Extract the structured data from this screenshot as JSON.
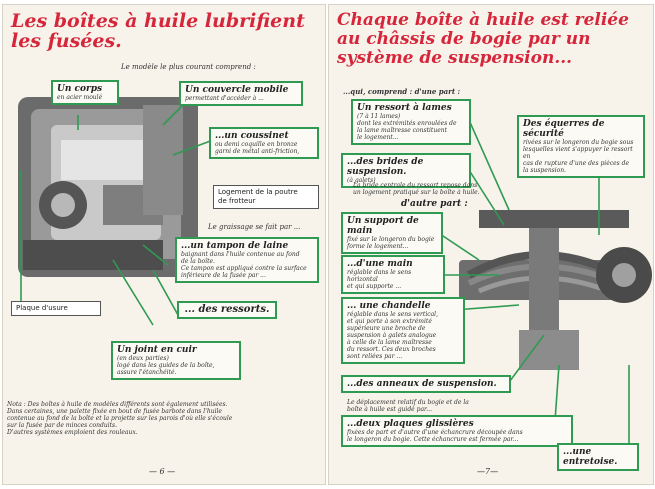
{
  "left_page": {
    "title": "Les boîtes à huile lubrifient\nles fusées.",
    "intro": "Le modèle le plus courant comprend :",
    "corps": {
      "heading": "Un corps",
      "body": "en acier moulé"
    },
    "couvercle": {
      "heading": "Un couvercle mobile",
      "body": "permettant d'accéder à ..."
    },
    "coussinet": {
      "heading": "...un coussinet",
      "body": "ou demi coquille en bronze\ngarni de métal anti-friction,"
    },
    "logement_caption": "Logement de la poutre\nde frotteur",
    "graissage": "Le graissage se fait par ...",
    "tampon": {
      "heading": "...un tampon de laine",
      "body": "baignant dans l'huile contenue au fond\nde la boîte.\nCe tampon est appliqué contre la surface\ninférieure de la fusée par ..."
    },
    "usure_caption": "Plaque d'usure",
    "ressorts": "... des ressorts.",
    "joint": {
      "heading": "Un joint en cuir",
      "body": "(en deux parties)\nlogé dans les guides de la boîte,\nassure l'étanchéité."
    },
    "nota": "Nota : Des boîtes à huile de modèles différents sont également utilisées.\nDans certaines, une palette fixée en bout de fusée barbote dans l'huile\ncontenue au fond de la boîte et la projette sur les parois d'où elle s'écoule\nsur la fusée par de minces conduits.\nD'autres systèmes emploient des rouleaux.",
    "page_number": "— 6 —"
  },
  "right_page": {
    "title": "Chaque boîte à huile est reliée\nau châssis de bogie par un\nsystème de suspension...",
    "intro": "...qui, comprend : d'une part :",
    "ressort_lames": {
      "heading": "Un ressort à lames",
      "body": "(7 à 11 lames)\ndont les extrémités enroulées de\nla lame maîtresse constituent\nle logement..."
    },
    "brides": {
      "heading": "...des brides de suspension.",
      "body": "(à galets)"
    },
    "bride_text": "La bride centrale du ressort repose dans\nun logement pratiqué sur la boîte à huile.",
    "autre_part": "d'autre part :",
    "support_main": {
      "heading": "Un support de main",
      "body": "fixé sur le longeron du bogie\nforme le logement..."
    },
    "main": {
      "heading": "...d'une main",
      "body": "réglable dans le sens horizontal\net qui supporte ..."
    },
    "chandelle": {
      "heading": "... une chandelle",
      "body": "réglable dans le sens vertical,\net qui porte à son extrémité\nsupérieure une broche de\nsuspension à galets analogue\nà celle de la lame maîtresse\ndu ressort. Ces deux broches\nsont reliées par ..."
    },
    "anneaux": "...des anneaux de suspension.",
    "deplacement": "Le déplacement relatif du bogie et de la\nboîte à huile est guidé par...",
    "glissieres": {
      "heading": "...deux plaques glissières",
      "body": "fixées de part et d'autre d'une échancrure découpée dans\nle longeron du bogie. Cette échancrure est fermée par..."
    },
    "entretoise": "...une entretoise.",
    "equerres": {
      "heading": "Des équerres de sécurité",
      "body": "rivées sur le longeron du bogie sous\nlesquelles vient s'appuyer le ressort en\ncas de rupture d'une des pièces de\nla suspension."
    },
    "page_number": "—7—"
  },
  "colors": {
    "title_red": "#d6263b",
    "box_green": "#2f9a52",
    "paper": "#f7f3ea"
  }
}
